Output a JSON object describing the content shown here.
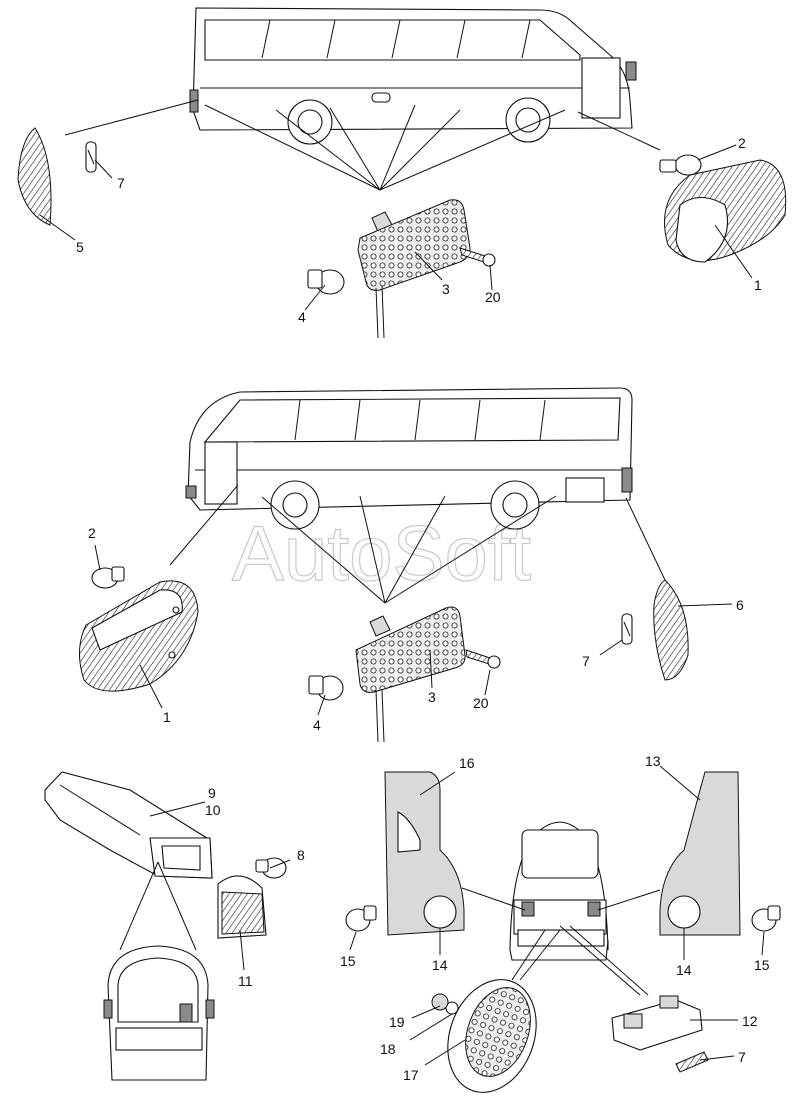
{
  "watermark": "AutoSoft",
  "callouts": {
    "s1": {
      "n1": "1",
      "n2": "2",
      "n3": "3",
      "n4": "4",
      "n5": "5",
      "n7": "7",
      "n20": "20"
    },
    "s2": {
      "n1": "1",
      "n2": "2",
      "n3": "3",
      "n4": "4",
      "n6": "6",
      "n7": "7",
      "n20": "20"
    },
    "s3": {
      "n7": "7",
      "n8": "8",
      "n9": "9",
      "n10": "10",
      "n11": "11",
      "n12": "12",
      "n13": "13",
      "n14a": "14",
      "n14b": "14",
      "n15a": "15",
      "n15b": "15",
      "n16": "16",
      "n17": "17",
      "n18": "18",
      "n19": "19"
    }
  }
}
